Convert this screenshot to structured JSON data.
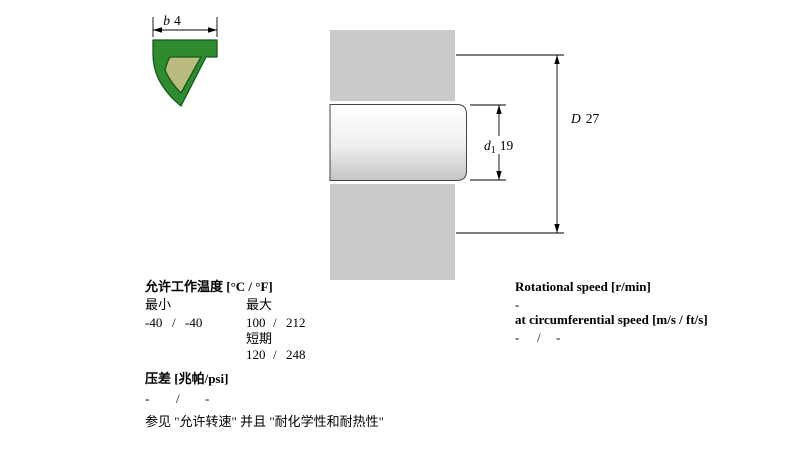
{
  "sep": {
    "slash": "/"
  },
  "diagram": {
    "b_letter": "b",
    "b_value": "4",
    "D_letter": "D",
    "D_value": "27",
    "d_letter": "d",
    "d_sub": "1",
    "d_value": "19"
  },
  "colors": {
    "seal_green": "#2e8b2e",
    "seal_insert_olive": "#b9bc7e",
    "housing_gray": "#cbcbcb"
  },
  "temp": {
    "title": "允许工作温度 [°C / °F]",
    "min_label": "最小",
    "max_label": "最大",
    "min_a": "-40",
    "min_b": "-40",
    "max_a": "100",
    "max_b": "212",
    "short_label": "短期",
    "short_a": "120",
    "short_b": "248"
  },
  "pressure": {
    "title": "压差 [兆帕/psi]",
    "a": "-",
    "b": "-"
  },
  "note": {
    "text": "参见 \"允许转速\" 并且 \"耐化学性和耐热性\""
  },
  "speed": {
    "rotational_title": "Rotational speed [r/min]",
    "rotational_value": "-",
    "circumferential_title": "at circumferential speed [m/s / ft/s]",
    "circ_a": "-",
    "circ_b": "-"
  }
}
